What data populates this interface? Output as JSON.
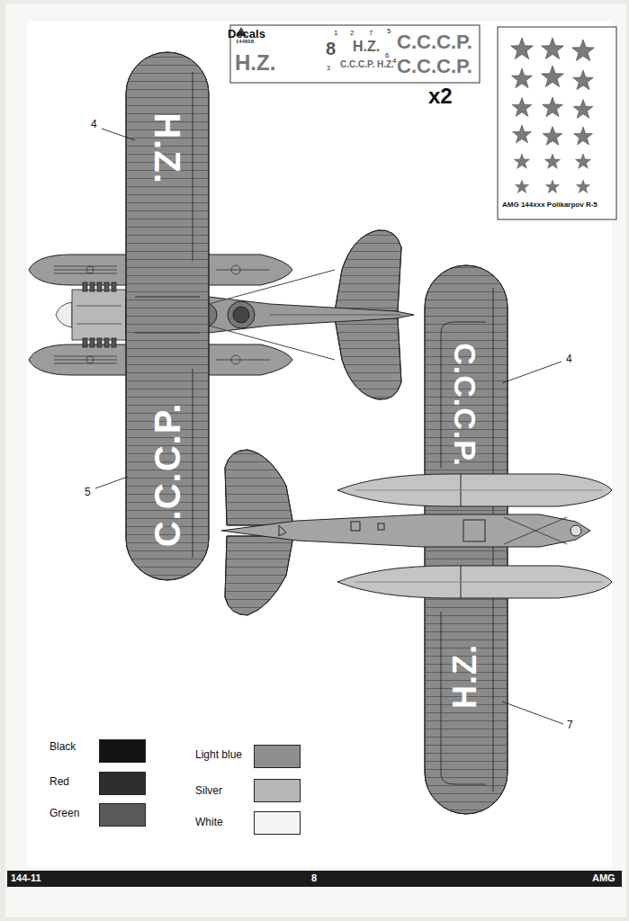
{
  "diagram": {
    "labels": [
      "Decals",
      "144608",
      "1",
      "2",
      "7",
      "5",
      "8",
      "H.Z.",
      "C.C.C.P.",
      "H.Z.",
      "3",
      "C.C.C.P. H.Z.",
      "6",
      "4",
      "C.C.C.P.",
      "x2",
      "AMG 144xxx Polikarpov R-5",
      "4",
      "5",
      "4",
      "7",
      "H.Z.",
      "C.C.C.P.",
      "C.C.C.P.",
      "H.Z.",
      "144-11",
      "8",
      "AMG"
    ],
    "legend": [
      {
        "text": "Black",
        "color": "#141414"
      },
      {
        "text": "Red",
        "color": "#2e2e2e"
      },
      {
        "text": "Green",
        "color": "#5a5a5a"
      },
      {
        "text": "Light blue",
        "color": "#8e8e8e"
      },
      {
        "text": "Silver",
        "color": "#b6b6b6"
      },
      {
        "text": "White",
        "color": "#f4f4f4"
      }
    ]
  }
}
